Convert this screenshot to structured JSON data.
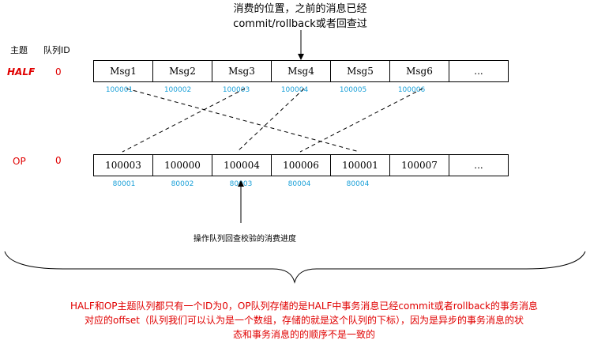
{
  "top_note": [
    "消费的位置，之前的消息已经",
    "commit/rollback或者回查过"
  ],
  "headers": {
    "topic": "主题",
    "queue_id": "队列ID"
  },
  "half": {
    "name": "HALF",
    "id": "0",
    "cells": [
      "Msg1",
      "Msg2",
      "Msg3",
      "Msg4",
      "Msg5",
      "Msg6",
      "..."
    ],
    "offsets": [
      "100001",
      "100002",
      "100003",
      "100004",
      "100005",
      "100006"
    ]
  },
  "op": {
    "name": "OP",
    "id": "0",
    "cells": [
      "100003",
      "100000",
      "100004",
      "100006",
      "100001",
      "100007",
      "..."
    ],
    "offsets": [
      "80001",
      "80002",
      "80003",
      "80004",
      "80004"
    ]
  },
  "op_note": "操作队列回查校验的消费进度",
  "bottom_note": [
    "HALF和OP主题队列都只有一个ID为0，OP队列存储的是HALF中事务消息已经commit或者rollback的事务消息",
    "对应的offset（队列我们可以认为是一个数组，存储的就是这个队列的下标），因为是异步的事务消息的状",
    "态和事务消息的的顺序不是一致的"
  ]
}
